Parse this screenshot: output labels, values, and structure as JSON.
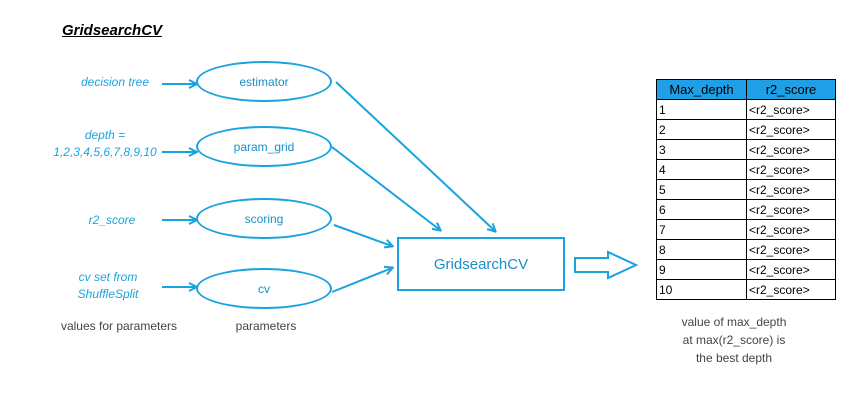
{
  "title": "GridsearchCV",
  "inputs": [
    {
      "label": "decision tree"
    },
    {
      "label_line1": "depth =",
      "label_line2": "1,2,3,4,5,6,7,8,9,10"
    },
    {
      "label": "r2_score"
    },
    {
      "label_line1": "cv set from",
      "label_line2": "ShuffleSplit"
    }
  ],
  "parameters": [
    "estimator",
    "param_grid",
    "scoring",
    "cv"
  ],
  "main_box": "GridsearchCV",
  "captions": {
    "values": "values for parameters",
    "parameters": "parameters",
    "result_line1": "value of max_depth",
    "result_line2": "at max(r2_score) is",
    "result_line3": "the best depth"
  },
  "table": {
    "headers": [
      "Max_depth",
      "r2_score"
    ],
    "rows": [
      [
        "1",
        "<r2_score>"
      ],
      [
        "2",
        "<r2_score>"
      ],
      [
        "3",
        "<r2_score>"
      ],
      [
        "4",
        "<r2_score>"
      ],
      [
        "5",
        "<r2_score>"
      ],
      [
        "6",
        "<r2_score>"
      ],
      [
        "7",
        "<r2_score>"
      ],
      [
        "8",
        "<r2_score>"
      ],
      [
        "9",
        "<r2_score>"
      ],
      [
        "10",
        "<r2_score>"
      ]
    ]
  },
  "colors": {
    "accent": "#1aa3e0",
    "header_fill": "#1e9fe6"
  }
}
